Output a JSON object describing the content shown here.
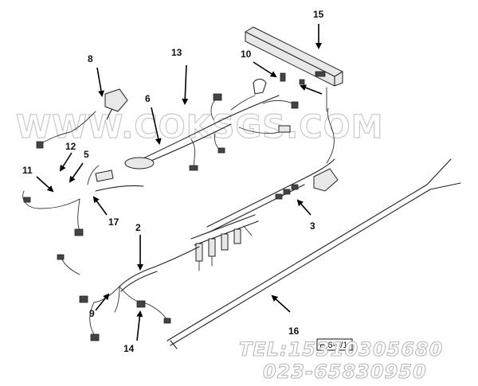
{
  "callouts": {
    "c2": "2",
    "c3": "3",
    "c5": "5",
    "c6": "6",
    "c8": "8",
    "c9": "9",
    "c10": "10",
    "c11": "11",
    "c12": "12",
    "c13": "13",
    "c14": "14",
    "c15": "15",
    "c16": "16",
    "c17": "17"
  },
  "watermark": {
    "site": "WWW.COKSGS.COM",
    "phone": "TEL:15310305680",
    "phone2": "023-65830950"
  },
  "reference_box": "Fr6-3/1"
}
